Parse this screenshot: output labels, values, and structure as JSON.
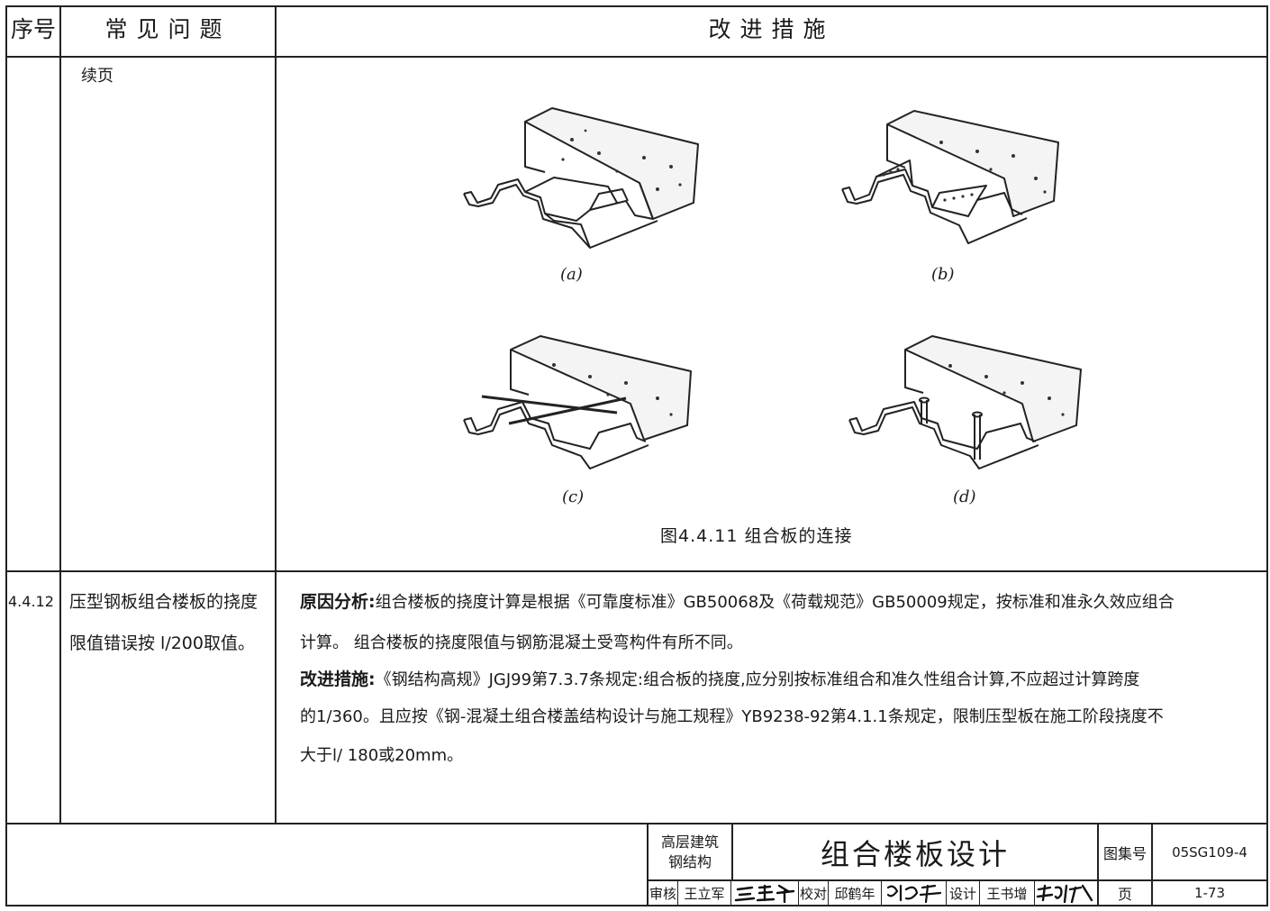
{
  "header": {
    "col_no": "序号",
    "col_problem": "常见问题",
    "col_measure": "改进措施"
  },
  "row1": {
    "problem": "续页",
    "captions": [
      "(a)",
      "(b)",
      "(c)",
      "(d)"
    ],
    "figure_title": "图4.4.11 组合板的连接"
  },
  "row2": {
    "no": "4.4.12",
    "problem_lines": [
      "压型钢板组合楼板的挠度",
      "限值错误按 l/200取值。"
    ],
    "cause_label": "原因分析:",
    "cause_line1": "组合楼板的挠度计算是根据《可靠度标准》GB50068及《荷载规范》GB50009规定，按标准和准永久效应组合",
    "cause_line2": "计算。 组合楼板的挠度限值与钢筋混凝土受弯构件有所不同。",
    "measure_label": "改进措施:",
    "measure_line1": "《钢结构高规》JGJ99第7.3.7条规定:组合板的挠度,应分别按标准组合和准久性组合计算,不应超过计算跨度",
    "measure_line2": "的1/360。且应按《钢-混凝土组合楼盖结构设计与施工规程》YB9238-92第4.1.1条规定，限制压型板在施工阶段挠度不",
    "measure_line3": "大于l/ 180或20mm。"
  },
  "title_block": {
    "category": [
      "高层建筑",
      "钢结构"
    ],
    "title": "组合楼板设计",
    "atlas_label": "图集号",
    "atlas_no": "05SG109-4",
    "page_label": "页",
    "page_no": "1-73",
    "review_label": "审核",
    "reviewer": "王立军",
    "check_label": "校对",
    "checker": "邱鹤年",
    "design_label": "设计",
    "designer": "王书增"
  }
}
